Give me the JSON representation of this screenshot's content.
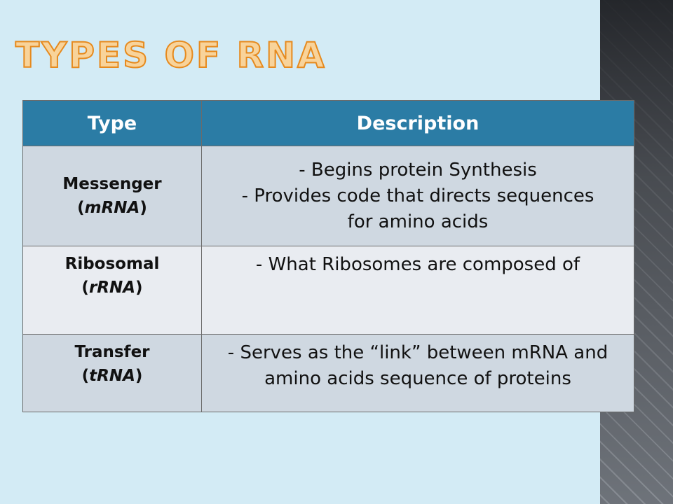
{
  "slide": {
    "title": "Types of RNA"
  },
  "table": {
    "headers": {
      "type": "Type",
      "description": "Description"
    },
    "rows": [
      {
        "type_name": "Messenger",
        "type_abbr_open": "(",
        "type_abbr": "mRNA",
        "type_abbr_close": ")",
        "description": [
          "- Begins protein Synthesis",
          "- Provides code that directs sequences",
          "for amino acids"
        ]
      },
      {
        "type_name": "Ribosomal",
        "type_abbr_open": "(",
        "type_abbr": "rRNA",
        "type_abbr_close": ")",
        "description": [
          "- What Ribosomes are composed of"
        ]
      },
      {
        "type_name": "Transfer",
        "type_abbr_open": "(",
        "type_abbr": "tRNA",
        "type_abbr_close": ")",
        "description": [
          "- Serves as the “link” between mRNA and",
          "amino acids sequence of proteins"
        ]
      }
    ]
  },
  "colors": {
    "header_bg": "#2b7ca5",
    "slide_bg": "#d3ebf5",
    "title_fill": "#f8d39a",
    "title_outline": "#e68a1e"
  }
}
